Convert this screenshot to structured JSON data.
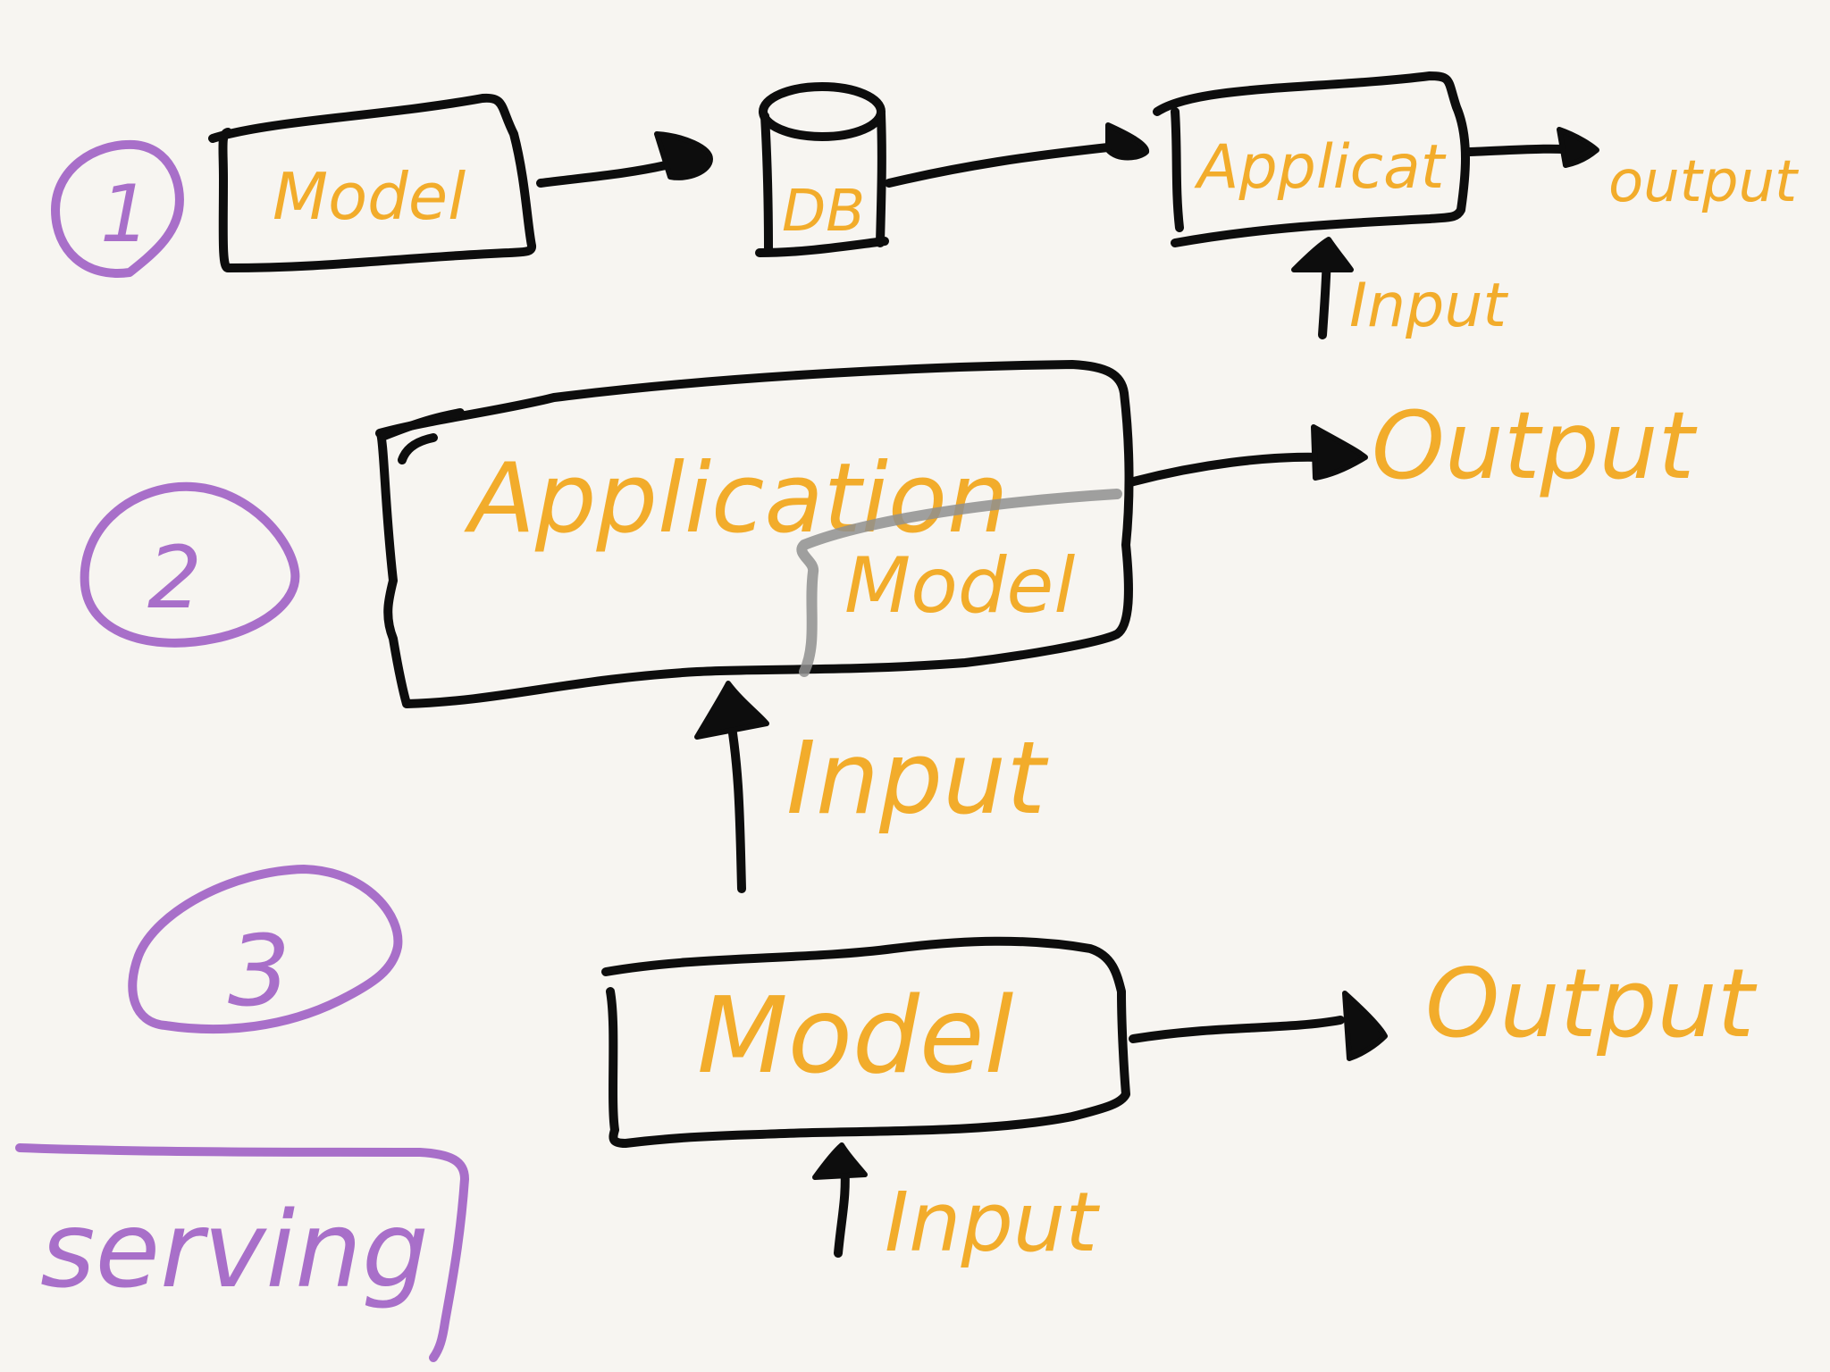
{
  "diagram": {
    "title": "serving",
    "colors": {
      "ink": "#0d0d0d",
      "label": "#f2ac2b",
      "marker": "#a86fc9",
      "background": "#f7f5f1"
    },
    "scenarios": [
      {
        "number": "1",
        "model_label": "Model",
        "db_label": "DB",
        "app_label": "Applicat",
        "output_label": "output",
        "input_label": "Input"
      },
      {
        "number": "2",
        "app_label": "Application",
        "model_label": "Model",
        "output_label": "Output",
        "input_label": "Input"
      },
      {
        "number": "3",
        "model_label": "Model",
        "output_label": "Output",
        "input_label": "Input"
      }
    ]
  }
}
